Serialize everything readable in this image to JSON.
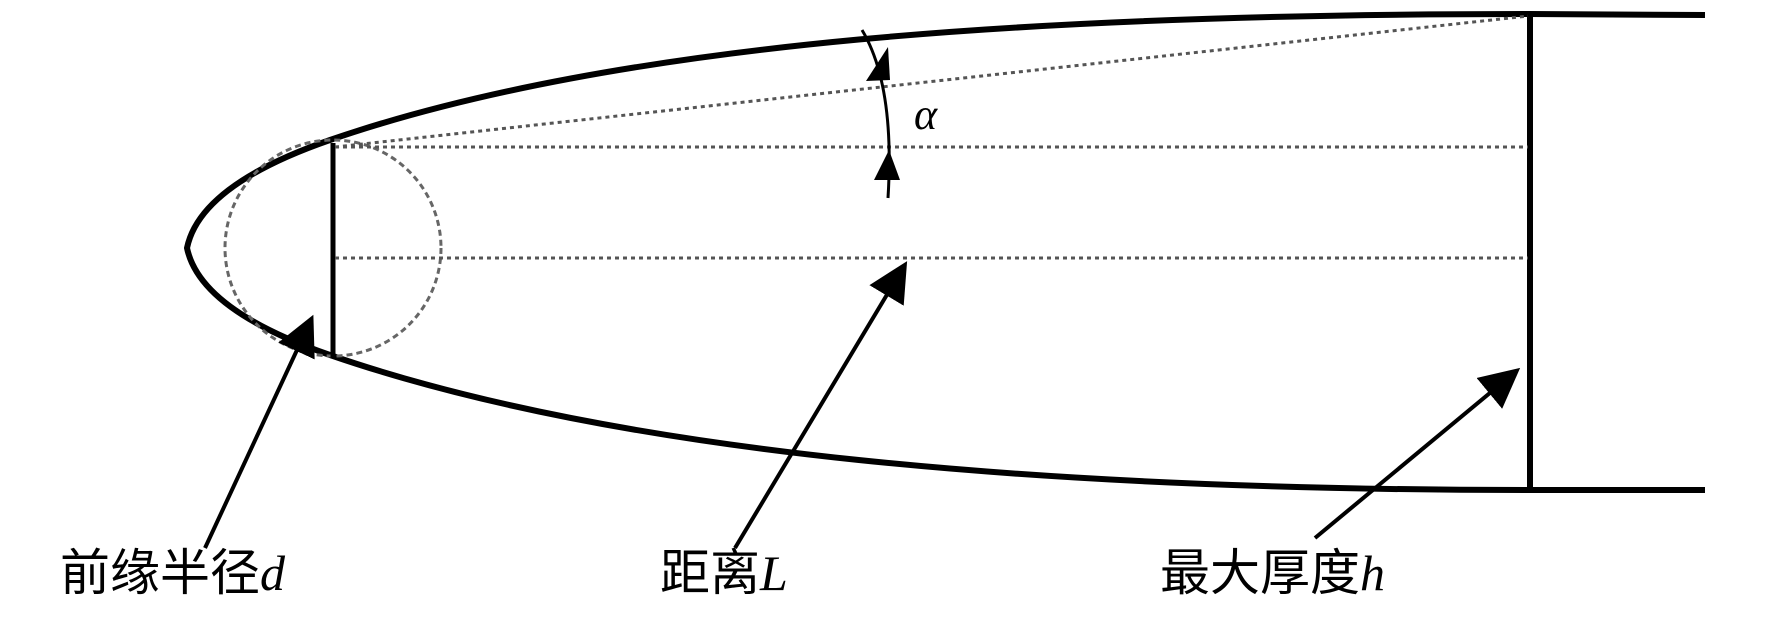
{
  "labels": {
    "leading_edge_radius": {
      "text": "前缘半径",
      "var": "d"
    },
    "distance": {
      "text": "距离",
      "var": "L"
    },
    "max_thickness": {
      "text": "最大厚度",
      "var": "h"
    },
    "angle": "α"
  },
  "colors": {
    "stroke": "#000000",
    "dotted": "#555555",
    "background": "#ffffff"
  }
}
